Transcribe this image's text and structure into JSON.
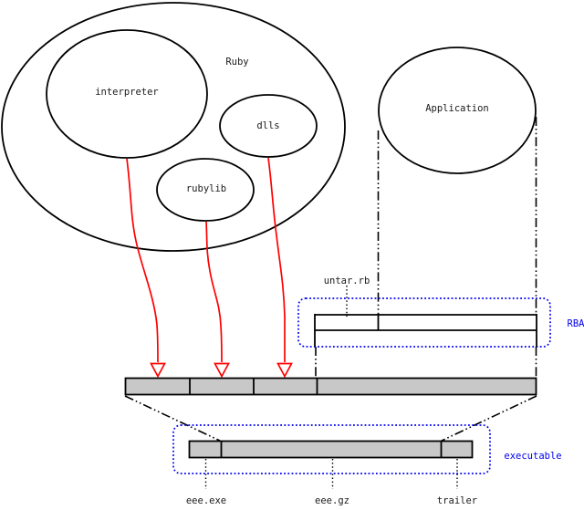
{
  "title": "Ruby application packaging diagram",
  "colors": {
    "red": "#ff0000",
    "blue": "#0000ee",
    "gray": "#c8c8c8",
    "black": "#000000"
  },
  "ellipses": {
    "ruby": {
      "label": "Ruby"
    },
    "interpreter": {
      "label": "interpreter"
    },
    "dlls": {
      "label": "dlls"
    },
    "rubylib": {
      "label": "rubylib"
    },
    "application": {
      "label": "Application"
    }
  },
  "archive": {
    "label": "RBA",
    "script_label": "untar.rb"
  },
  "executable": {
    "label": "executable",
    "segments": {
      "exe": "eee.exe",
      "gz": "eee.gz",
      "trailer": "trailer"
    }
  }
}
